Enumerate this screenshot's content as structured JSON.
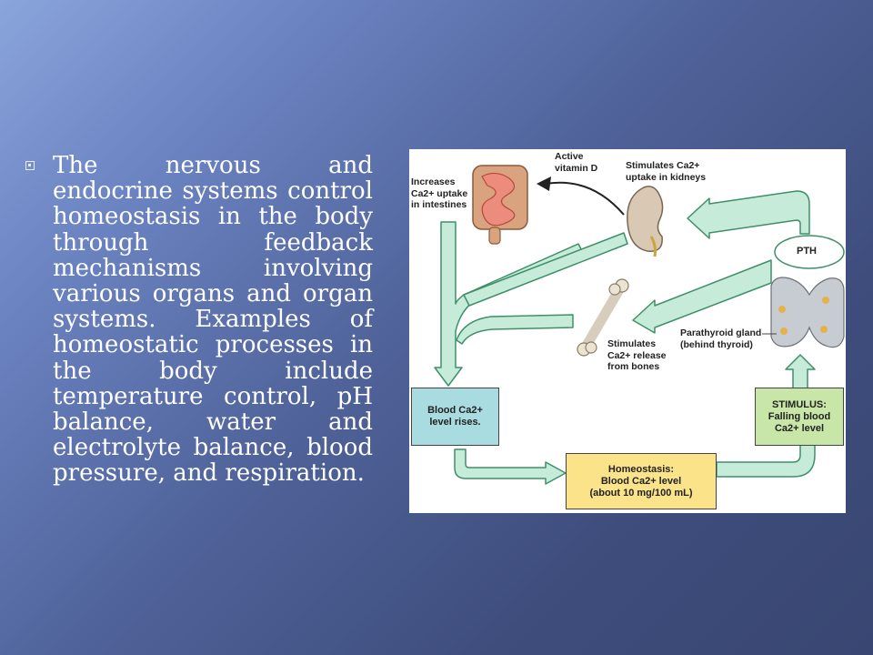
{
  "slide": {
    "bullet_text": "The nervous and endocrine systems control homeostasis in the body through feedback mechanisms involving various organs and organ systems. Examples of homeostatic processes in the body include temperature control, pH balance, water and electrolyte balance, blood pressure, and respiration."
  },
  "diagram": {
    "intestine_label": [
      "Increases",
      "Ca2+ uptake",
      "in intestines"
    ],
    "vitamin_label": [
      "Active",
      "vitamin D"
    ],
    "kidney_label": [
      "Stimulates Ca2+",
      "uptake in kidneys"
    ],
    "pth_label": "PTH",
    "bone_label": [
      "Stimulates",
      "Ca2+ release",
      "from bones"
    ],
    "parathyroid_label": [
      "Parathyroid gland",
      "(behind thyroid)"
    ],
    "blood_rise_box": [
      "Blood Ca2+",
      "level rises."
    ],
    "stimulus_box": [
      "STIMULUS:",
      "Falling blood",
      "Ca2+ level"
    ],
    "homeostasis_box": [
      "Homeostasis:",
      "Blood Ca2+ level",
      "(about 10 mg/100 mL)"
    ],
    "colors": {
      "arrow_fill": "#c6ecd9",
      "arrow_stroke": "#3f8f6a",
      "blood_box": "#a8dce0",
      "stimulus_box": "#c8e6a8",
      "homeostasis_box": "#fbe38a"
    }
  }
}
